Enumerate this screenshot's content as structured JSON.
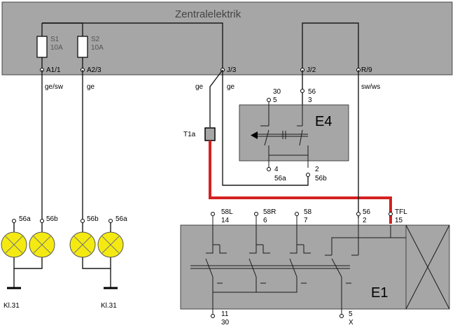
{
  "zentralelektrik": {
    "title": "Zentralelektrik",
    "fuses": [
      {
        "name": "S1",
        "rating": "10A"
      },
      {
        "name": "S2",
        "rating": "10A"
      }
    ],
    "pins": [
      "A1/1",
      "A2/3",
      "J/3",
      "J/2",
      "R/9"
    ]
  },
  "wire_colors": {
    "ge_sw": "ge/sw",
    "ge_left": "ge",
    "ge_j3_left": "ge",
    "ge_j3_right": "ge",
    "sw_ws": "sw/ws"
  },
  "connector": {
    "name": "T1a"
  },
  "e4": {
    "name": "E4",
    "top_left": {
      "pin": "30",
      "num": "5"
    },
    "top_right": {
      "pin": "56",
      "num": "3"
    },
    "bottom_left": {
      "pin": "4",
      "sub": "56a"
    },
    "bottom_right": {
      "pin": "2",
      "sub": "56b"
    }
  },
  "lamps": [
    {
      "label": "56a"
    },
    {
      "label": "56b"
    },
    {
      "label": "56b"
    },
    {
      "label": "56a"
    }
  ],
  "grounds": [
    "Kl.31",
    "Kl.31"
  ],
  "e1": {
    "name": "E1",
    "top_pins": [
      {
        "pin": "58L",
        "num": "14"
      },
      {
        "pin": "58R",
        "num": "6"
      },
      {
        "pin": "58",
        "num": "7"
      },
      {
        "pin": "56",
        "num": "2"
      },
      {
        "pin": "TFL",
        "num": "15"
      }
    ],
    "bottom_pins": [
      {
        "pin": "11",
        "sub": "30"
      },
      {
        "pin": "5",
        "sub": "X"
      }
    ]
  },
  "colors": {
    "box_fill": "#a6a6a6",
    "lamp": "#f4ea12",
    "highlight_wire": "#d42020"
  }
}
